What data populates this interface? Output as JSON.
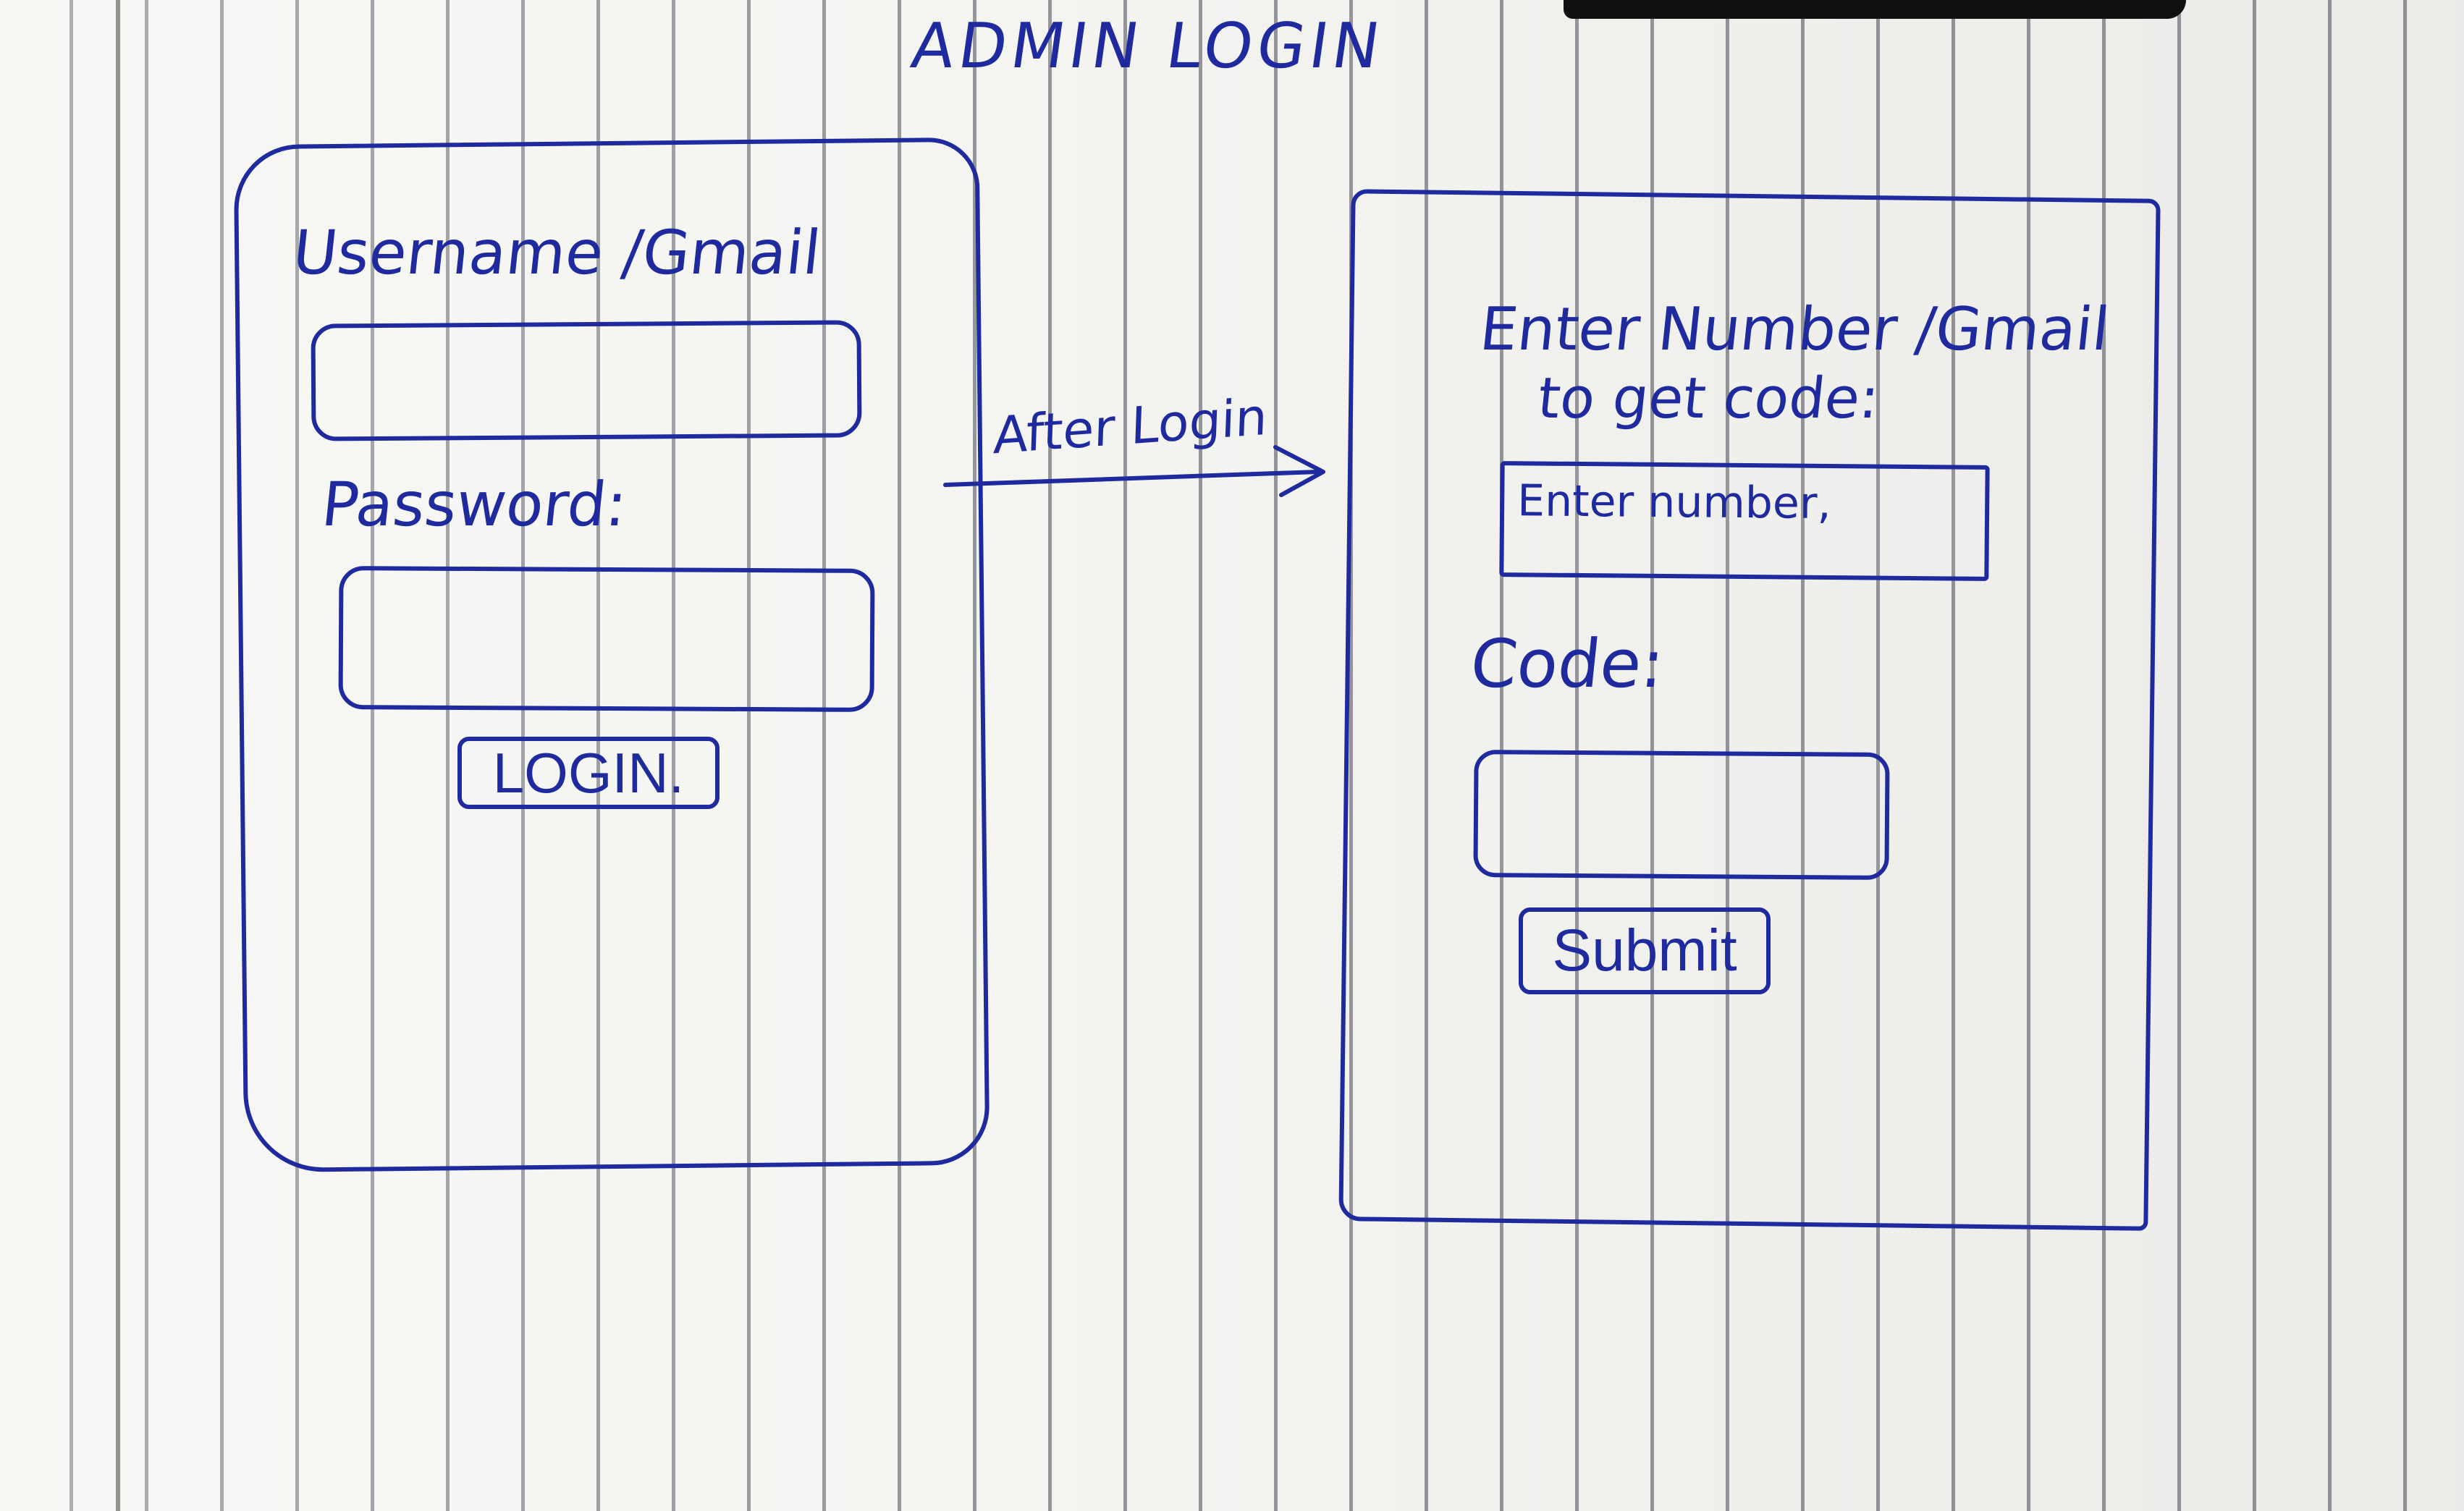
{
  "page": {
    "title": "ADMIN LOGIN"
  },
  "login_panel": {
    "username_label": "Username /Gmail",
    "password_label": "Password:",
    "login_button": "LOGIN."
  },
  "flow": {
    "arrow_label": "After Login"
  },
  "verify_panel": {
    "heading_line1": "Enter Number /Gmail",
    "heading_line2": "to get code:",
    "number_input_value": "Enter number,",
    "code_label": "Code:",
    "submit_button": "Submit"
  },
  "colors": {
    "ink": "#1f2a9e",
    "paper": "#f4f4f1",
    "rule_line": "#464850"
  }
}
